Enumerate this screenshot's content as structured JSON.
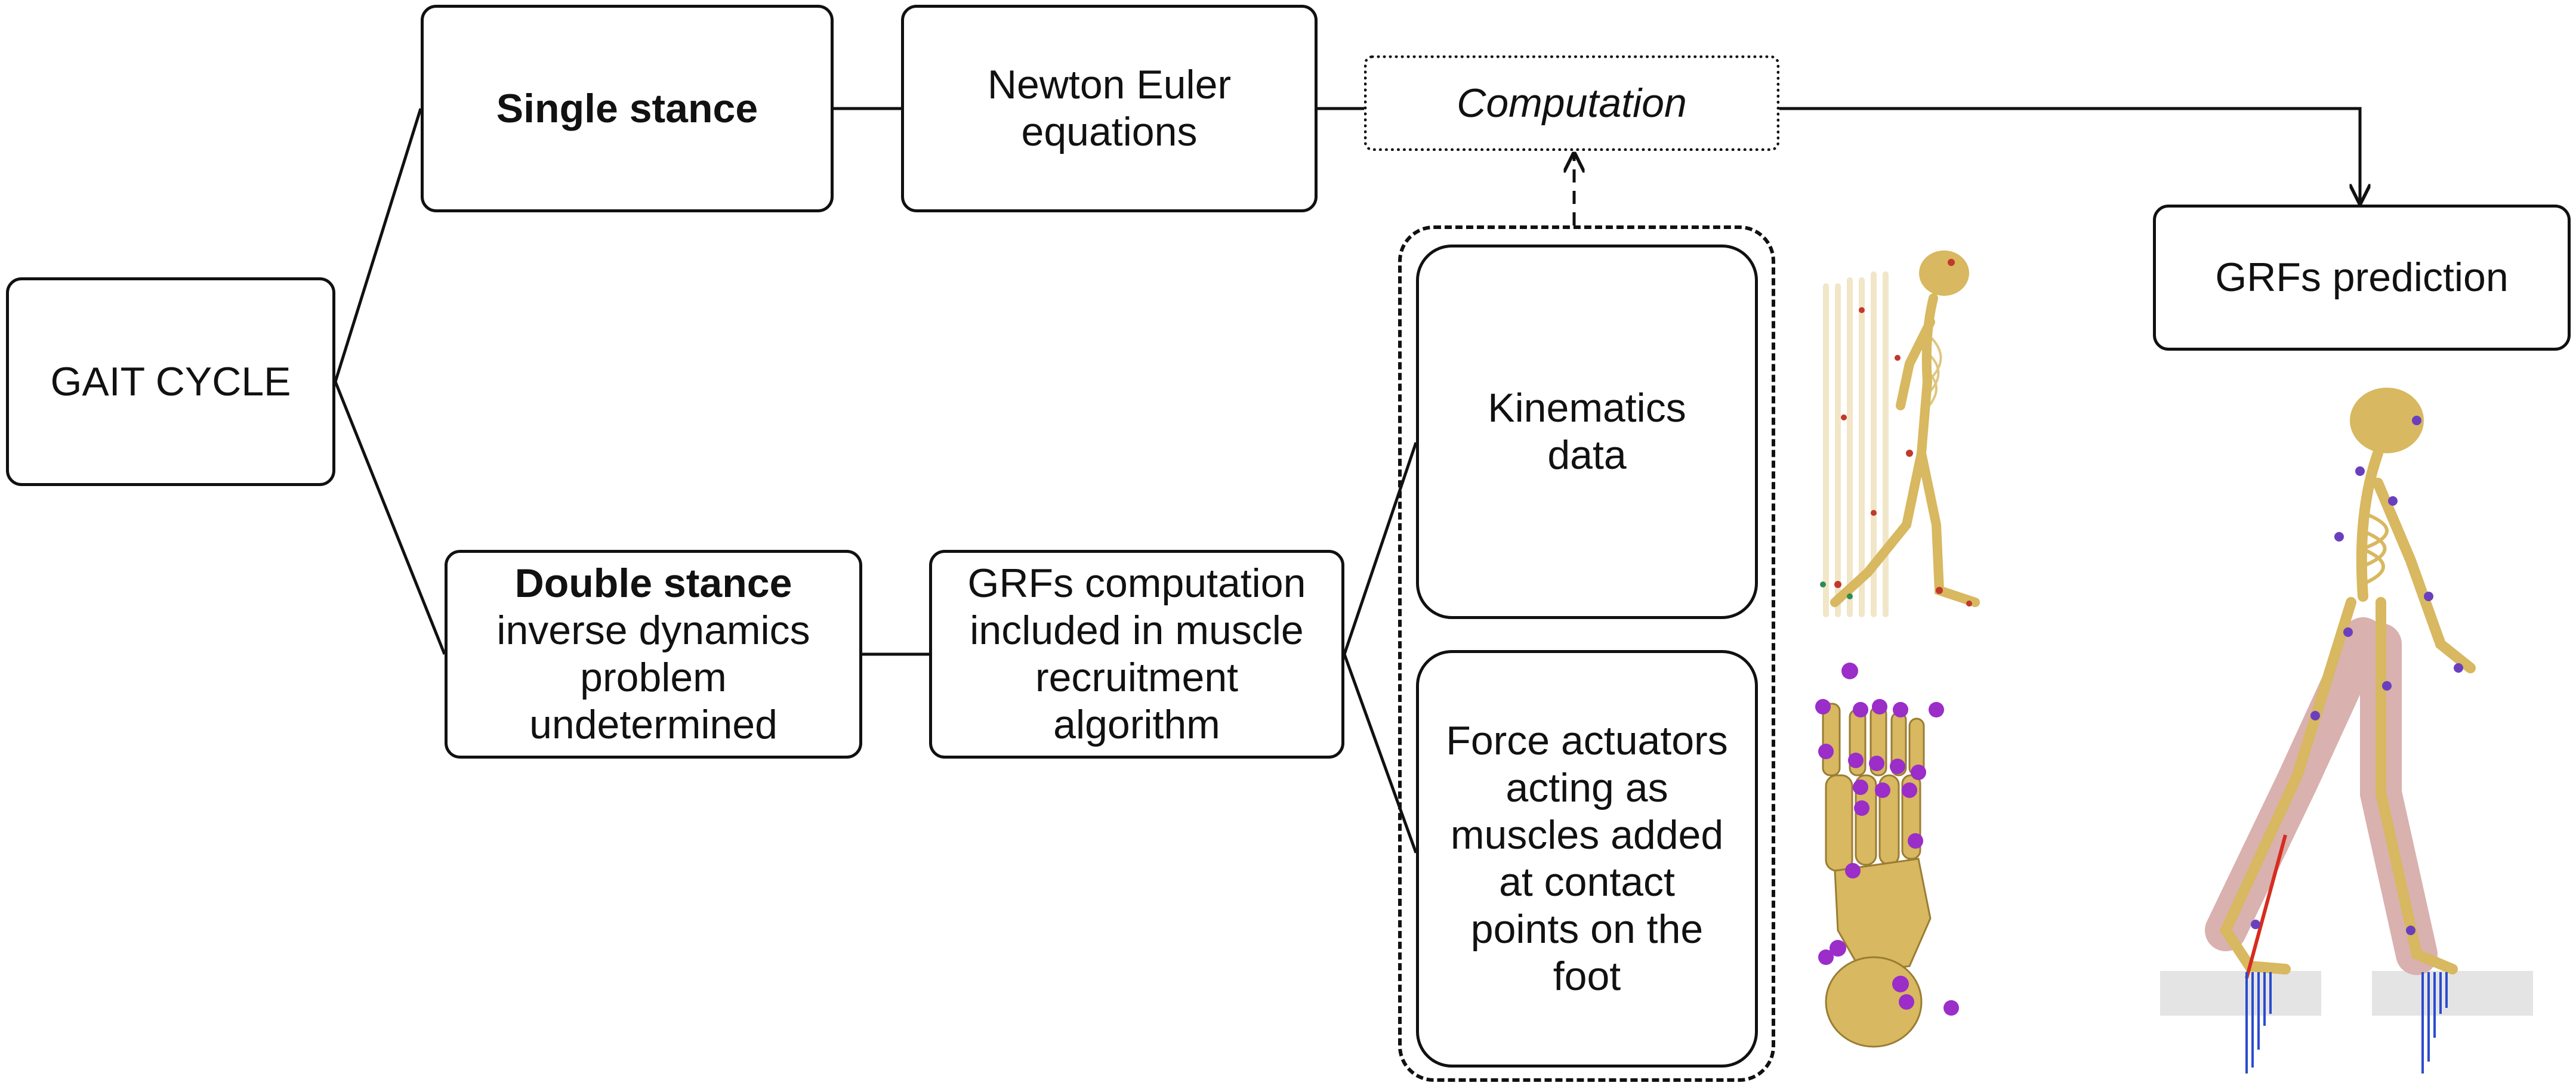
{
  "nodes": {
    "gait_cycle": "GAIT CYCLE",
    "single_stance": "Single stance",
    "newton_euler": [
      "Newton Euler",
      "equations"
    ],
    "computation": "Computation",
    "grfs_prediction": "GRFs prediction",
    "double_stance": {
      "title": "Double stance",
      "lines": [
        "inverse dynamics",
        "problem",
        "undetermined"
      ]
    },
    "grfs_computation": [
      "GRFs computation",
      "included in muscle",
      "recruitment",
      "algorithm"
    ],
    "kinematics": [
      "Kinematics",
      "data"
    ],
    "force_actuators": [
      "Force actuators",
      "acting as",
      "muscles added",
      "at contact",
      "points on the",
      "foot"
    ]
  },
  "colors": {
    "line": "#111111",
    "bone": "#d8b860",
    "muscle": "#d9b1ae",
    "marker": "#9b2dc9",
    "force_vector": "#2a4bd0",
    "platform": "#e4e4e4"
  }
}
